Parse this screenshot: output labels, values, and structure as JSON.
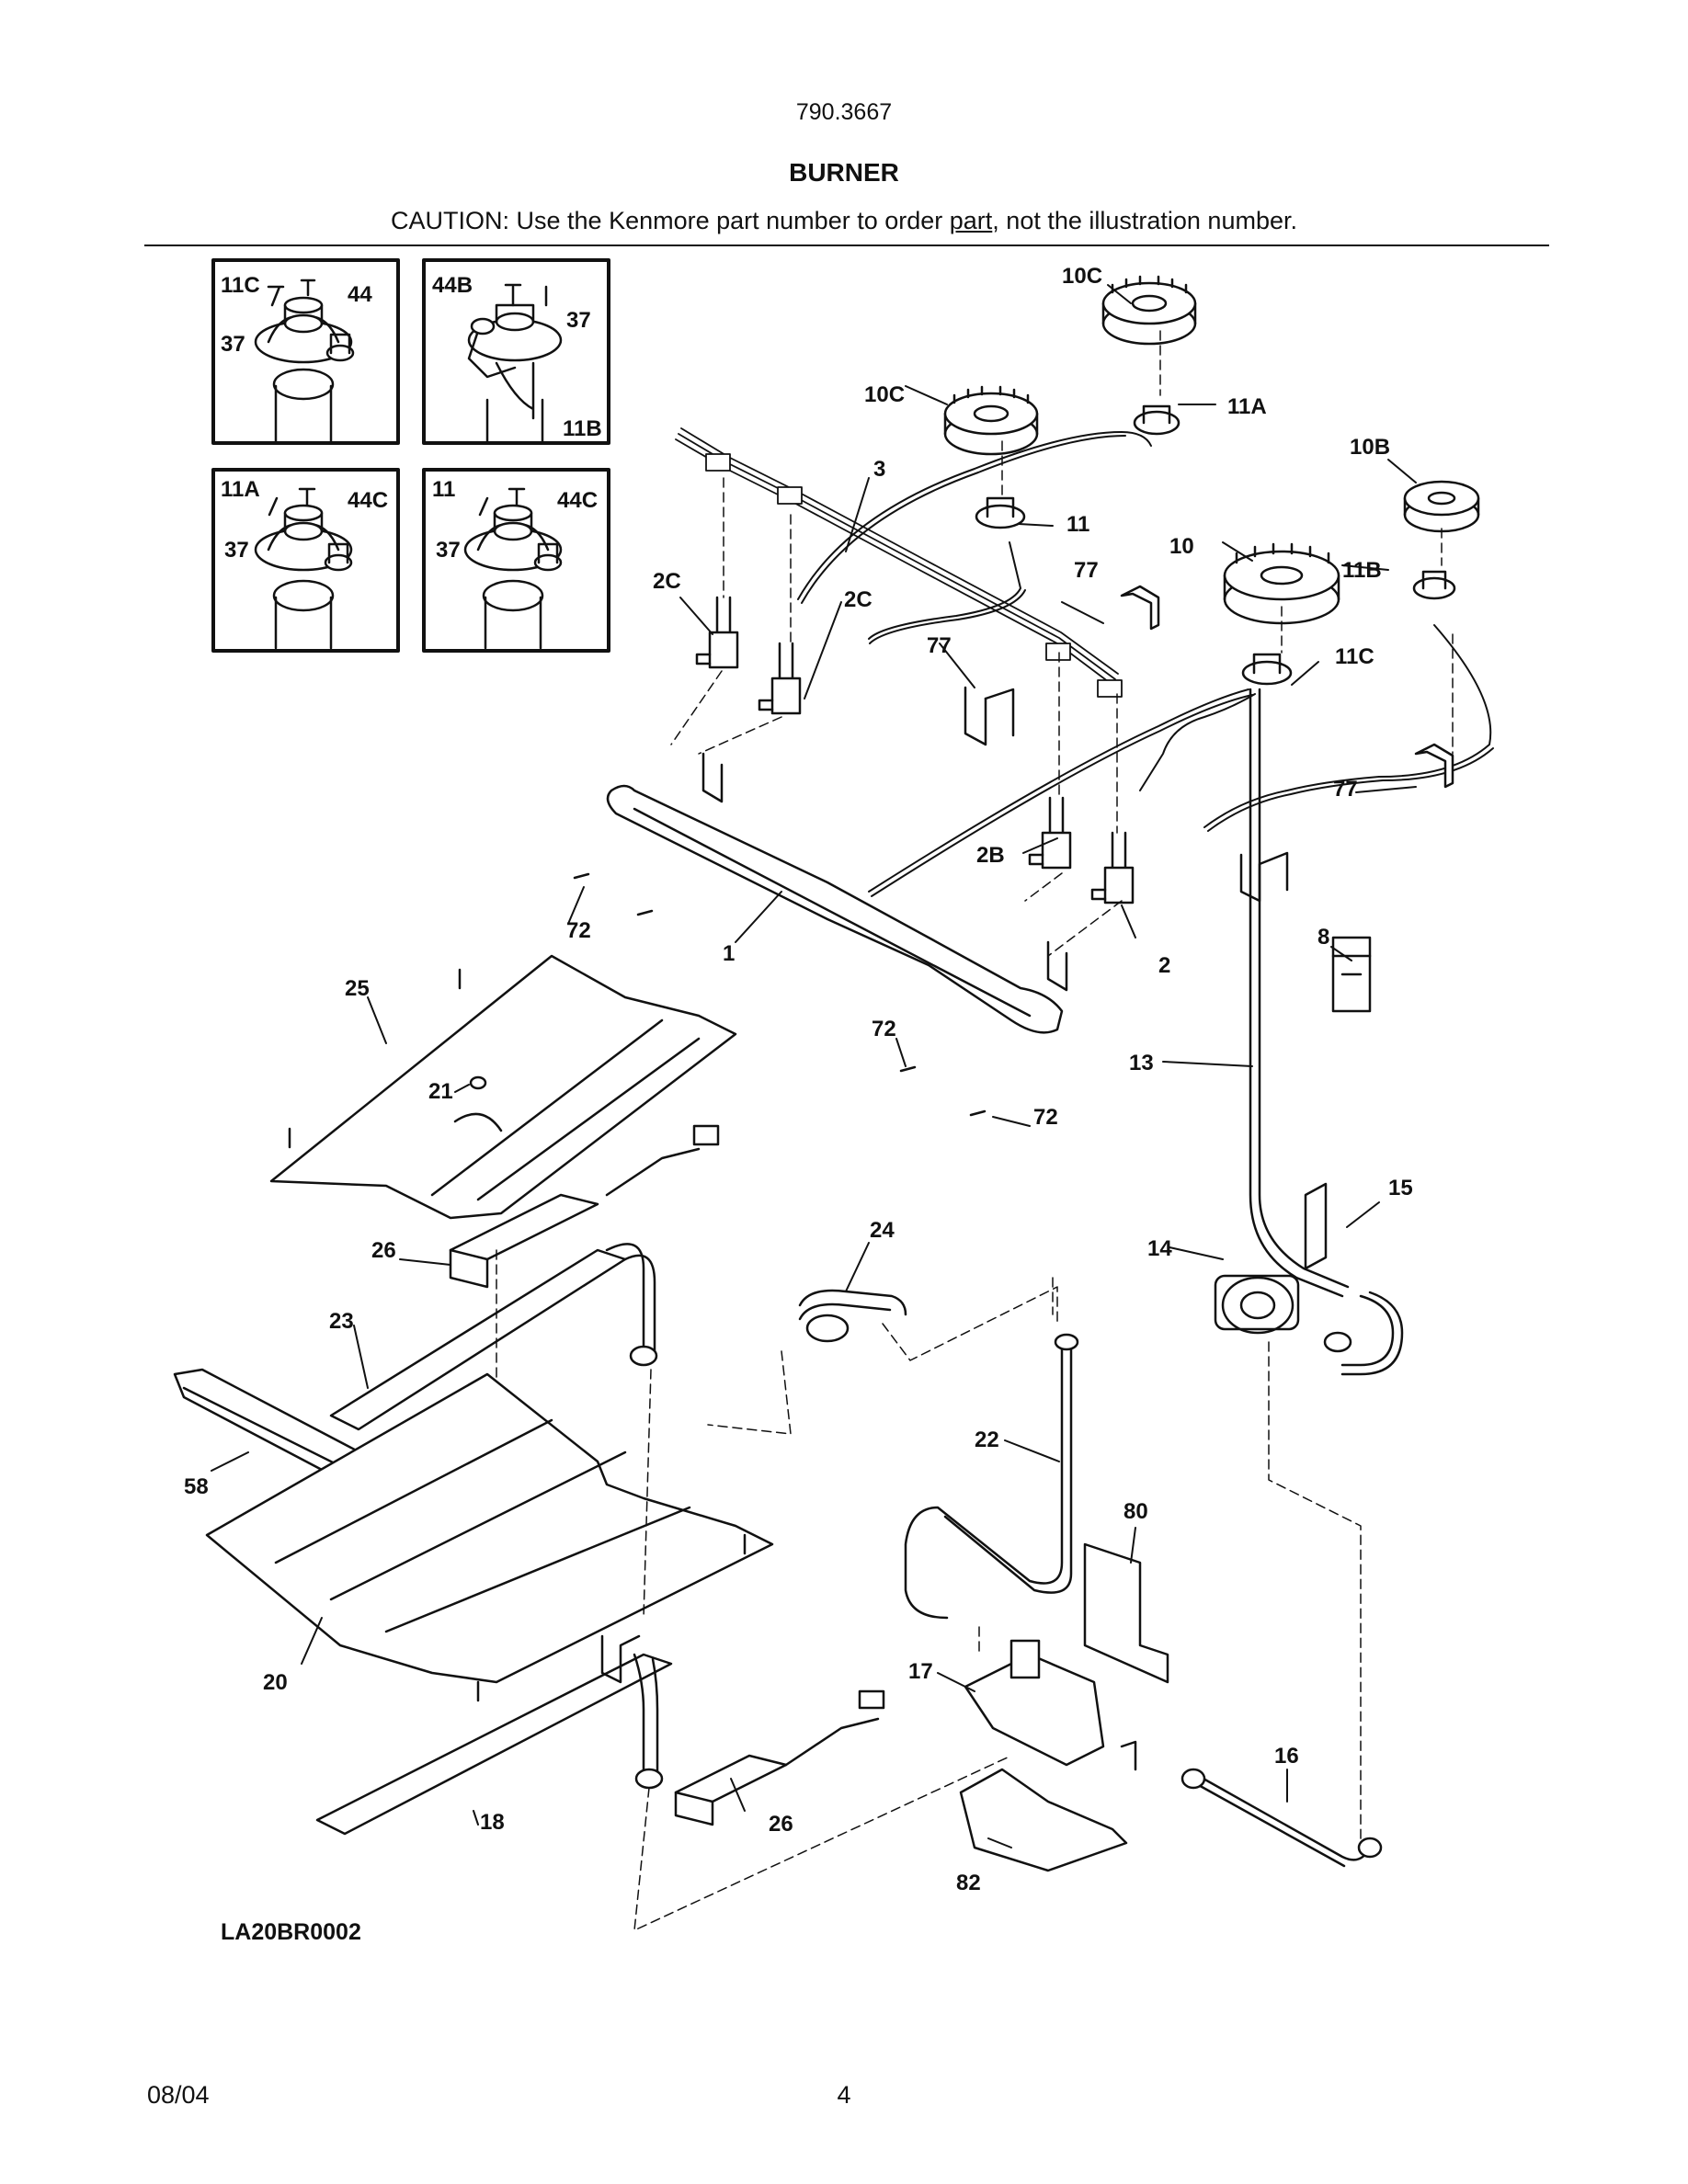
{
  "header": {
    "model_number": "790.3667",
    "title": "BURNER",
    "caution_before": "CAUTION: Use the Kenmore part number to order ",
    "caution_link": "part",
    "caution_after": ", not the illustration number."
  },
  "insets": [
    {
      "labels": [
        "11C",
        "44",
        "37"
      ]
    },
    {
      "labels": [
        "44B",
        "37",
        "11B"
      ]
    },
    {
      "labels": [
        "11A",
        "44C",
        "37"
      ]
    },
    {
      "labels": [
        "11",
        "44C",
        "37"
      ]
    }
  ],
  "callouts": {
    "c10C_top": "10C",
    "c10C": "10C",
    "c11A": "11A",
    "c10B": "10B",
    "c3": "3",
    "c11": "11",
    "c10": "10",
    "c11B": "11B",
    "c77a": "77",
    "c2C_a": "2C",
    "c2C_b": "2C",
    "c77b": "77",
    "c11C": "11C",
    "c77c": "77",
    "c2B": "2B",
    "c72a": "72",
    "c1": "1",
    "c8": "8",
    "c2": "2",
    "c25": "25",
    "c21": "21",
    "c72b": "72",
    "c72c": "72",
    "c13": "13",
    "c15": "15",
    "c24": "24",
    "c26a": "26",
    "c14": "14",
    "c23": "23",
    "c22": "22",
    "c58": "58",
    "c80": "80",
    "c20": "20",
    "c17": "17",
    "c16": "16",
    "c18": "18",
    "c26b": "26",
    "c82": "82"
  },
  "footer": {
    "diagram_code": "LA20BR0002",
    "date": "08/04",
    "page_number": "4"
  }
}
